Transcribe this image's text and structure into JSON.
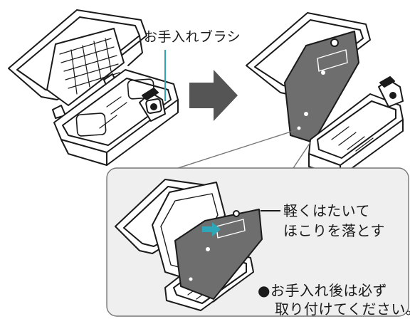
{
  "callouts": {
    "brush": "お手入れブラシ",
    "tap_line_1": "軽くはたいて",
    "tap_line_2": "ほこりを落とす"
  },
  "note": {
    "line_1": "●お手入れ後は必ず",
    "line_2": "取り付けてください。"
  },
  "colors": {
    "line": "#1a1a1a",
    "arrow": "#555555",
    "filter_plate": "#6e6e6e",
    "panel_fill": "#efefef",
    "callout_accent": "#2fa6b8",
    "motion_arrow": "#2fa6b8"
  }
}
